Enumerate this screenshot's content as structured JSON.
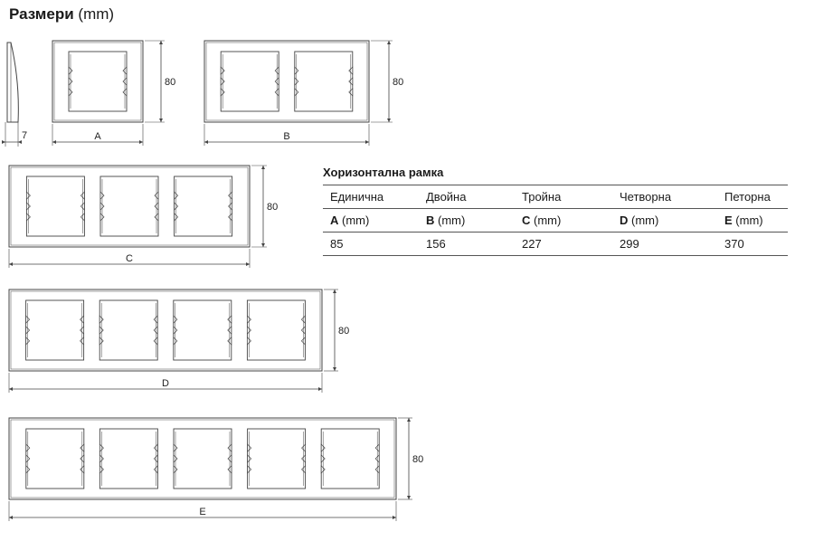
{
  "header": {
    "title_bold": "Размери",
    "title_unit": "(mm)"
  },
  "side_view": {
    "depth_label": "7"
  },
  "frames": [
    {
      "id": "A",
      "gangs": 1,
      "dim_label": "A",
      "height_label": "80"
    },
    {
      "id": "B",
      "gangs": 2,
      "dim_label": "B",
      "height_label": "80"
    },
    {
      "id": "C",
      "gangs": 3,
      "dim_label": "C",
      "height_label": "80"
    },
    {
      "id": "D",
      "gangs": 4,
      "dim_label": "D",
      "height_label": "80"
    },
    {
      "id": "E",
      "gangs": 5,
      "dim_label": "E",
      "height_label": "80"
    }
  ],
  "spec_table": {
    "title": "Хоризонтална рамка",
    "headers": [
      "Единична",
      "Двойна",
      "Тройна",
      "Четворна",
      "Петорна"
    ],
    "unit_row": [
      {
        "letter": "A",
        "unit": "(mm)"
      },
      {
        "letter": "B",
        "unit": "(mm)"
      },
      {
        "letter": "C",
        "unit": "(mm)"
      },
      {
        "letter": "D",
        "unit": "(mm)"
      },
      {
        "letter": "E",
        "unit": "(mm)"
      }
    ],
    "values": [
      "85",
      "156",
      "227",
      "299",
      "370"
    ]
  },
  "colors": {
    "line": "#444444",
    "frame_fill": "#ffffff"
  }
}
